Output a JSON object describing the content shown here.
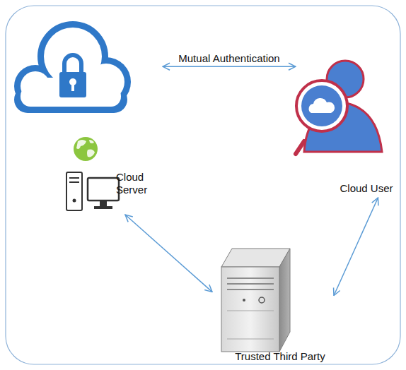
{
  "diagram": {
    "nodes": [
      {
        "text": [
          "Cloud Server"
        ]
      },
      {
        "text": [
          "Cloud User"
        ]
      },
      {
        "text": [
          "Trusted Third Party"
        ]
      }
    ],
    "edges": [
      {
        "from": 0,
        "to": 1,
        "arrow": "both",
        "label": "Mutual Authentication"
      },
      {
        "from": 0,
        "to": 2,
        "arrow": "both"
      },
      {
        "from": 1,
        "to": 2,
        "arrow": "both"
      }
    ]
  }
}
